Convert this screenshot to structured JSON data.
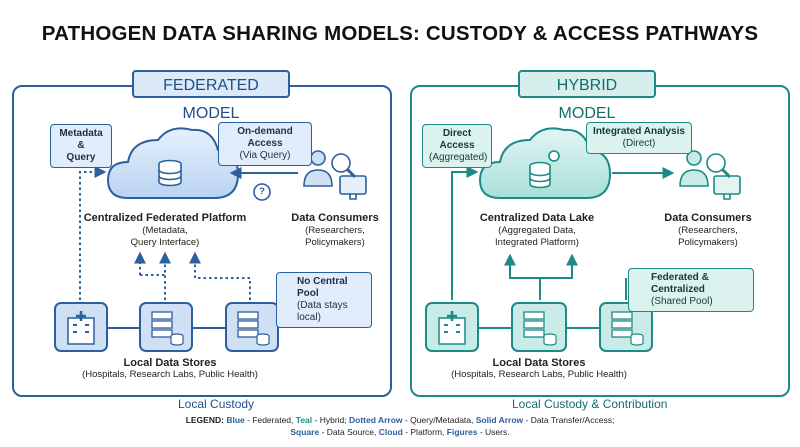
{
  "title": "PATHOGEN DATA SHARING MODELS: CUSTODY & ACCESS PATHWAYS",
  "federated": {
    "title": "FEDERATED MODEL",
    "tag_metadata": {
      "line1": "Metadata &",
      "line2": "Query"
    },
    "tag_access": {
      "line1": "On-demand Access",
      "line2": "(Via Query)"
    },
    "tag_nopool": {
      "line1": "No Central Pool",
      "line2": "(Data stays local)"
    },
    "platform": {
      "name": "Centralized Federated Platform",
      "line1": "(Metadata,",
      "line2": "Query Interface)"
    },
    "consumers": {
      "name": "Data Consumers",
      "line1": "(Researchers,",
      "line2": "Policymakers)"
    },
    "stores": {
      "name": "Local Data Stores",
      "desc": "(Hospitals, Research Labs, Public Health)"
    },
    "question_mark": "?",
    "footer": "Local Custody"
  },
  "hybrid": {
    "title": "HYBRID MODEL",
    "tag_direct": {
      "line1": "Direct Access",
      "line2": "(Aggregated)"
    },
    "tag_integrated": {
      "line1": "Integrated Analysis",
      "line2": "(Direct)"
    },
    "tag_fedcent": {
      "line1": "Federated & Centralized",
      "line2": "(Shared Pool)"
    },
    "platform": {
      "name": "Centralized Data Lake",
      "line1": "(Aggregated Data,",
      "line2": "Integrated Platform)"
    },
    "consumers": {
      "name": "Data Consumers",
      "line1": "(Researchers,",
      "line2": "Policymakers)"
    },
    "stores": {
      "name": "Local Data Stores",
      "desc": "(Hospitals, Research Labs, Public Health)"
    },
    "footer": "Local Custody & Contribution"
  },
  "legend": {
    "prefix": "LEGEND:",
    "blue": "Blue",
    "blue_desc": " - Federated, ",
    "teal": "Teal",
    "teal_desc": " - Hybrid; ",
    "dotted": "Dotted Arrow",
    "dotted_desc": " - Query/Metadata, ",
    "solid": "Solid Arrow",
    "solid_desc": " - Data Transfer/Access;",
    "square": "Square",
    "square_desc": " - Data Source, ",
    "cloud": "Cloud",
    "cloud_desc": " - Platform, ",
    "figures": "Figures",
    "figures_desc": " - Users."
  },
  "colors": {
    "federated": "#2b5f9e",
    "hybrid": "#1c8a86"
  }
}
